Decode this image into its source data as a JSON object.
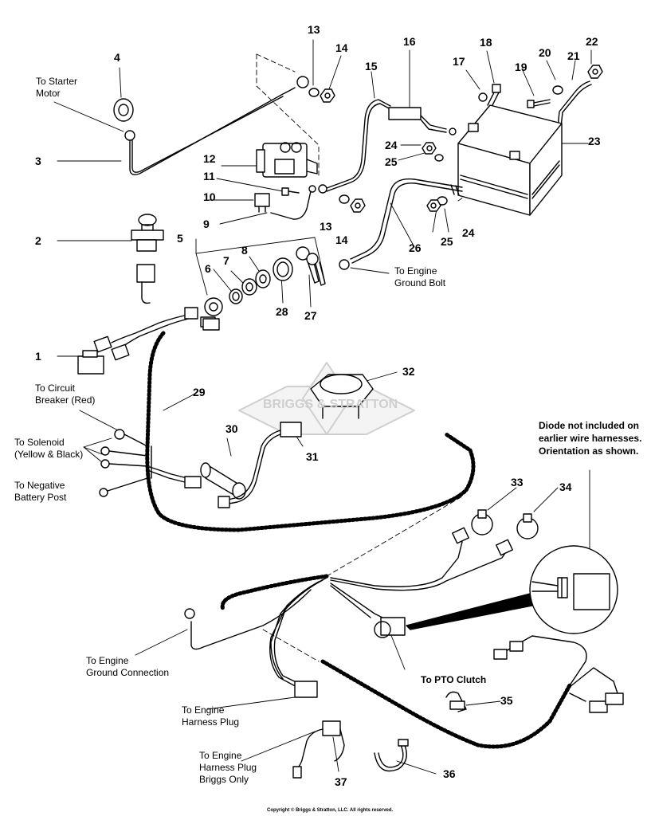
{
  "diagram": {
    "callouts": [
      "1",
      "2",
      "3",
      "4",
      "5",
      "6",
      "7",
      "8",
      "9",
      "10",
      "11",
      "12",
      "13",
      "14",
      "15",
      "16",
      "17",
      "18",
      "19",
      "20",
      "21",
      "22",
      "23",
      "24",
      "25",
      "26",
      "27",
      "28",
      "29",
      "30",
      "31",
      "32",
      "33",
      "34",
      "35",
      "36",
      "37"
    ],
    "extra_callouts": {
      "c13b": "13",
      "c14b": "14",
      "c24b": "24",
      "c25b": "25"
    },
    "labels": {
      "to_starter_motor": "To Starter\nMotor",
      "to_engine_ground_bolt": "To Engine\nGround Bolt",
      "to_circuit_breaker": "To Circuit\nBreaker (Red)",
      "to_solenoid": "To Solenoid\n(Yellow & Black)",
      "to_negative_battery_post": "To Negative\nBattery Post",
      "to_engine_ground_connection": "To Engine\nGround Connection",
      "to_engine_harness_plug": "To Engine\nHarness Plug",
      "to_engine_harness_plug_briggs": "To Engine\nHarness Plug\nBriggs Only",
      "to_pto_clutch": "To PTO Clutch",
      "diode_note": "Diode not included on\nearlier wire harnesses.\nOrientation as shown."
    },
    "watermark": "BRIGGS & STRATTON",
    "copyright": "Copyright © Briggs & Stratton, LLC. All rights reserved."
  }
}
